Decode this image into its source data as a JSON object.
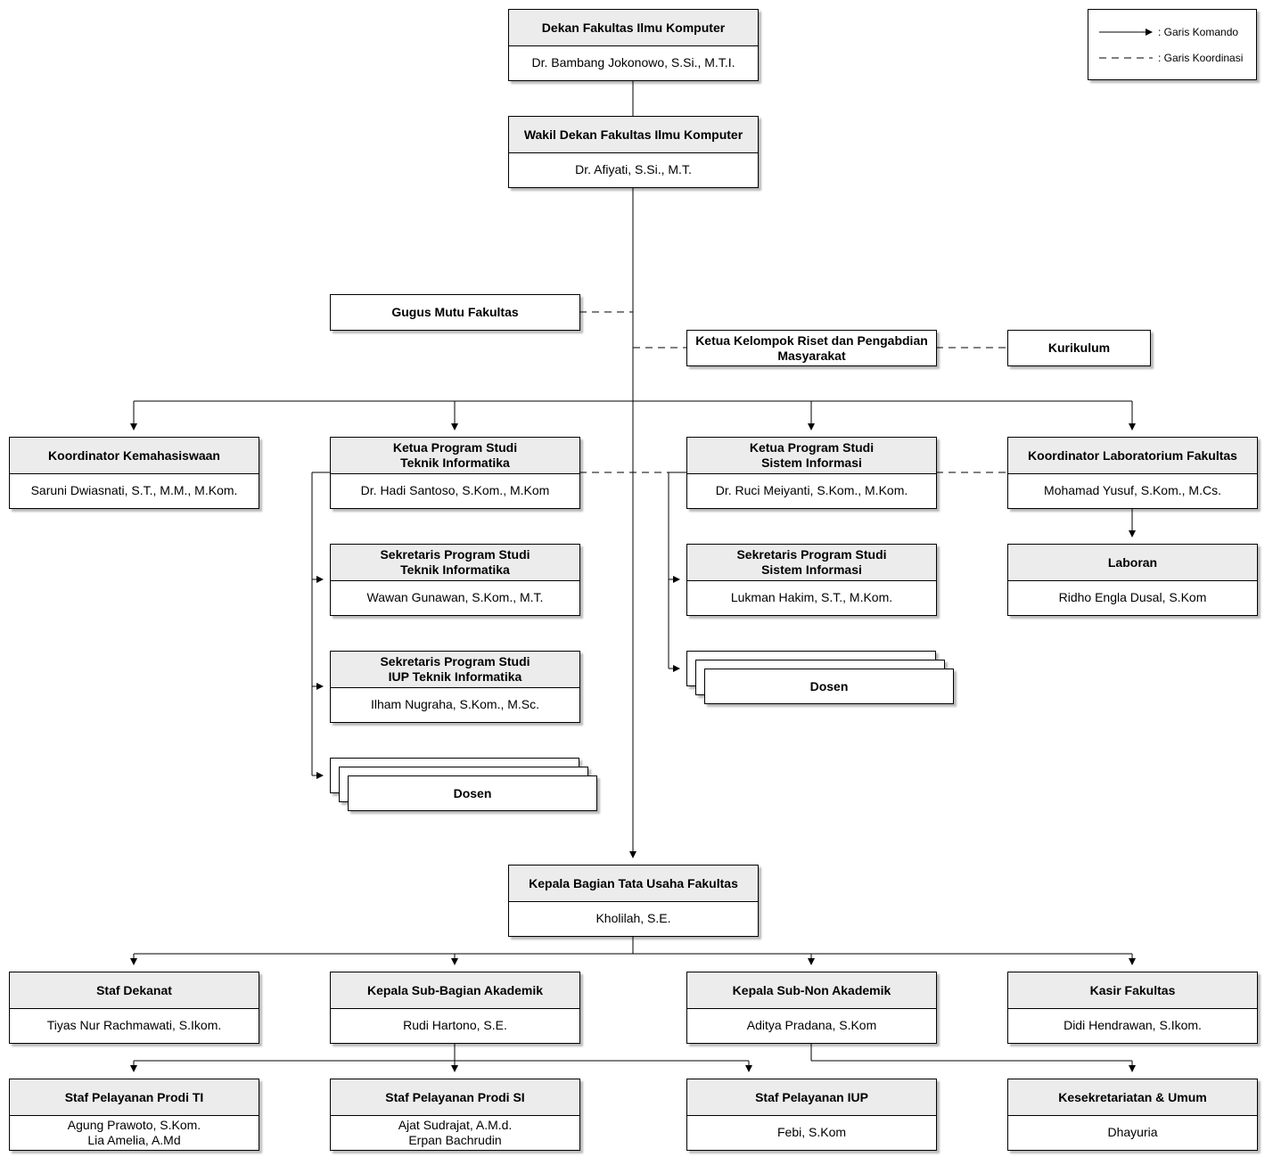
{
  "legend": {
    "command": ": Garis Komando",
    "coordination": ": Garis Koordinasi"
  },
  "dekan": {
    "title": "Dekan Fakultas Ilmu Komputer",
    "name": "Dr. Bambang Jokonowo, S.Si., M.T.I."
  },
  "wakil_dekan": {
    "title": "Wakil Dekan Fakultas Ilmu Komputer",
    "name": "Dr. Afiyati, S.Si., M.T."
  },
  "gugus_mutu": {
    "title": "Gugus Mutu Fakultas"
  },
  "riset": {
    "title": "Ketua Kelompok Riset dan Pengabdian\nMasyarakat"
  },
  "kurikulum": {
    "title": "Kurikulum"
  },
  "kemahasiswaan": {
    "title": "Koordinator Kemahasiswaan",
    "name": "Saruni Dwiasnati, S.T., M.M., M.Kom."
  },
  "kaprodi_ti": {
    "title": "Ketua Program Studi\nTeknik Informatika",
    "name": "Dr. Hadi Santoso, S.Kom., M.Kom"
  },
  "kaprodi_si": {
    "title": "Ketua Program Studi\nSistem Informasi",
    "name": "Dr. Ruci Meiyanti, S.Kom., M.Kom."
  },
  "koord_lab": {
    "title": "Koordinator Laboratorium Fakultas",
    "name": "Mohamad Yusuf, S.Kom., M.Cs."
  },
  "sekprodi_ti": {
    "title": "Sekretaris Program Studi\nTeknik Informatika",
    "name": "Wawan Gunawan, S.Kom., M.T."
  },
  "sekprodi_iup": {
    "title": "Sekretaris Program Studi\nIUP Teknik Informatika",
    "name": "Ilham Nugraha, S.Kom., M.Sc."
  },
  "dosen_ti": {
    "title": "Dosen"
  },
  "sekprodi_si": {
    "title": "Sekretaris Program Studi\nSistem Informasi",
    "name": "Lukman Hakim, S.T., M.Kom."
  },
  "dosen_si": {
    "title": "Dosen"
  },
  "laboran": {
    "title": "Laboran",
    "name": "Ridho Engla Dusal, S.Kom"
  },
  "tata_usaha": {
    "title": "Kepala Bagian Tata Usaha Fakultas",
    "name": "Kholilah, S.E."
  },
  "staf_dekanat": {
    "title": "Staf Dekanat",
    "name": "Tiyas Nur Rachmawati, S.Ikom."
  },
  "sub_akademik": {
    "title": "Kepala Sub-Bagian Akademik",
    "name": "Rudi Hartono, S.E."
  },
  "sub_non_akademik": {
    "title": "Kepala Sub-Non Akademik",
    "name": "Aditya Pradana, S.Kom"
  },
  "kasir": {
    "title": "Kasir Fakultas",
    "name": "Didi Hendrawan, S.Ikom."
  },
  "staf_ti": {
    "title": "Staf Pelayanan Prodi TI",
    "name": "Agung Prawoto, S.Kom.\nLia Amelia, A.Md"
  },
  "staf_si": {
    "title": "Staf Pelayanan Prodi SI",
    "name": "Ajat Sudrajat, A.M.d.\nErpan Bachrudin"
  },
  "staf_iup": {
    "title": "Staf Pelayanan IUP",
    "name": "Febi, S.Kom"
  },
  "kesekretariatan": {
    "title": "Kesekretariatan & Umum",
    "name": "Dhayuria"
  }
}
